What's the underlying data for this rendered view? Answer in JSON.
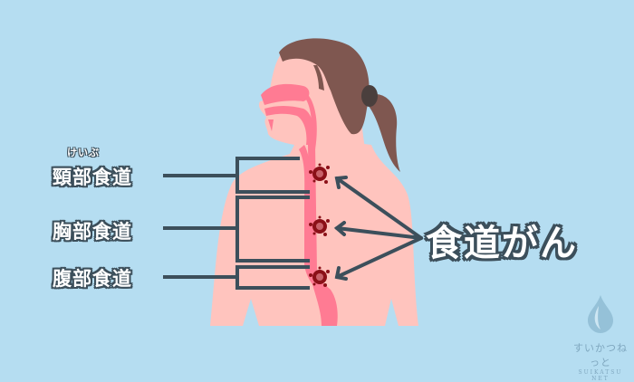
{
  "diagram": {
    "title": "食道がん",
    "sections": [
      {
        "id": "cervical",
        "label": "頸部食道",
        "ruby": "けいぶ"
      },
      {
        "id": "thoracic",
        "label": "胸部食道"
      },
      {
        "id": "abdominal",
        "label": "腹部食道"
      }
    ],
    "tumor_count": 3
  },
  "logo": {
    "text_jp": "すいかつねっと",
    "text_en": "SUIKATSU NET",
    "icon": "water-drop-icon"
  },
  "colors": {
    "background": "#b5ddf1",
    "skin": "#ffc4be",
    "airway": "#ff7b93",
    "hair": "#7f5750",
    "hair_tie": "#4a3f3d",
    "line": "#3c4f5b",
    "tumor": "#8b1018",
    "tumor_center": "#c8626a"
  }
}
